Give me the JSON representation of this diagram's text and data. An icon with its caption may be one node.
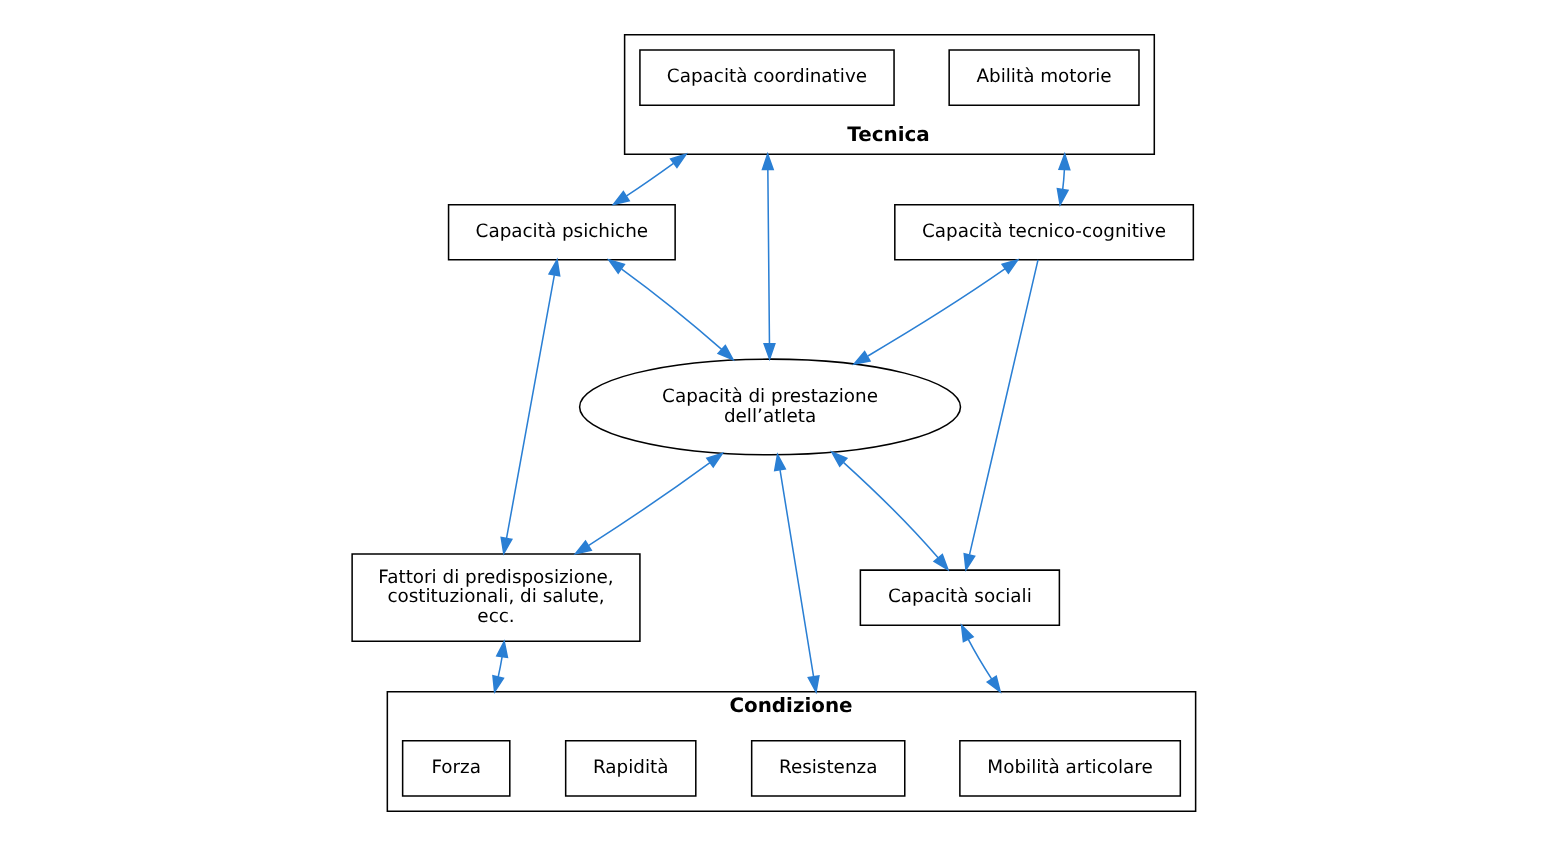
{
  "diagram": {
    "nodes": [
      {
        "text": [
          "Tecnica"
        ]
      },
      {
        "text": [
          "Capacità coordinative"
        ],
        "in": 0
      },
      {
        "text": [
          "Abilità motorie"
        ],
        "in": 0
      },
      {
        "text": [
          "Capacità psichiche"
        ]
      },
      {
        "text": [
          "Capacità tecnico-cognitive"
        ]
      },
      {
        "text": [
          "Capacità di prestazione dell’atleta"
        ]
      },
      {
        "text": [
          "Fattori di predisposizione, costituzionali, di salute, ecc."
        ]
      },
      {
        "text": [
          "Capacità sociali"
        ]
      },
      {
        "text": [
          "Condizione"
        ]
      },
      {
        "text": [
          "Forza"
        ],
        "in": 8
      },
      {
        "text": [
          "Rapidità"
        ],
        "in": 8
      },
      {
        "text": [
          "Resistenza"
        ],
        "in": 8
      },
      {
        "text": [
          "Mobilità articolare"
        ],
        "in": 8
      }
    ],
    "edges": [
      {
        "from": 3,
        "to": 0,
        "arrow": "both"
      },
      {
        "from": 0,
        "to": 4,
        "arrow": "both"
      },
      {
        "from": 0,
        "to": 5,
        "arrow": "both"
      },
      {
        "from": 3,
        "to": 5,
        "arrow": "both"
      },
      {
        "from": 5,
        "to": 4,
        "arrow": "both"
      },
      {
        "from": 3,
        "to": 6,
        "arrow": "both"
      },
      {
        "from": 4,
        "to": 7,
        "arrow": "to"
      },
      {
        "from": 6,
        "to": 5,
        "arrow": "both"
      },
      {
        "from": 5,
        "to": 7,
        "arrow": "both"
      },
      {
        "from": 5,
        "to": 8,
        "arrow": "both"
      },
      {
        "from": 6,
        "to": 8,
        "arrow": "both"
      },
      {
        "from": 8,
        "to": 7,
        "arrow": "both"
      }
    ]
  }
}
